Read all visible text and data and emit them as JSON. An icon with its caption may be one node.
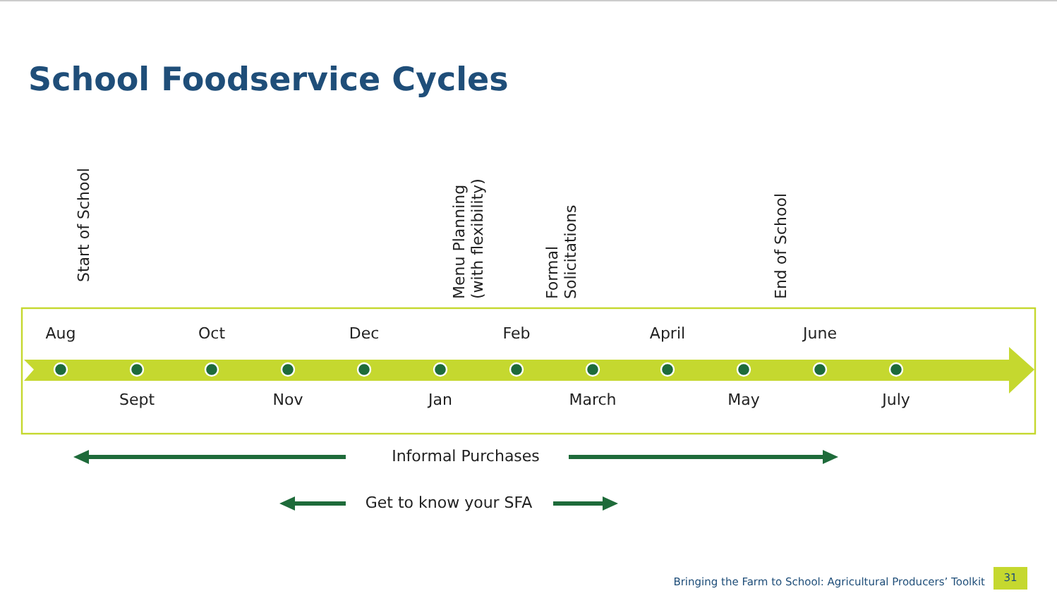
{
  "diagram": {
    "title": "School Foodservice Cycles",
    "labels": [
      "Start of School",
      "Menu Planning (with flexibility)",
      "Formal Solicitations",
      "End of School",
      "Aug",
      "Sept",
      "Oct",
      "Nov",
      "Dec",
      "Jan",
      "Feb",
      "March",
      "April",
      "May",
      "June",
      "July",
      "Informal Purchases",
      "Get to know your SFA",
      "Bringing the Farm to School: Agricultural Producers’ Toolkit",
      "31"
    ]
  }
}
